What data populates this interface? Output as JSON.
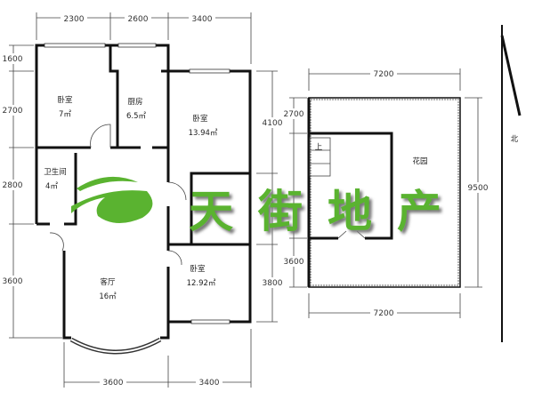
{
  "plan": {
    "dimensions_top": [
      "2300",
      "2600",
      "3400"
    ],
    "dimensions_left": [
      "1600",
      "2700",
      "2800",
      "3600"
    ],
    "dimensions_right": [
      "4100",
      "3800"
    ],
    "dimensions_bottom": [
      "3600",
      "3400"
    ],
    "rooms": [
      {
        "name": "卧室",
        "area": "7㎡"
      },
      {
        "name": "厨房",
        "area": "6.5㎡"
      },
      {
        "name": "卧室",
        "area": "13.94㎡"
      },
      {
        "name": "卫生间",
        "area": "4㎡"
      },
      {
        "name": "客厅",
        "area": "16㎡"
      },
      {
        "name": "卧室",
        "area": "12.92㎡"
      }
    ]
  },
  "garden": {
    "label": "花园",
    "stair_label": "上",
    "dim_top": "7200",
    "dim_bottom": "7200",
    "dim_left": [
      "2700",
      "3600"
    ],
    "dim_right": "9500"
  },
  "north": {
    "label": "北"
  },
  "watermark": {
    "text": "天街地产",
    "color": "#5ab330"
  }
}
